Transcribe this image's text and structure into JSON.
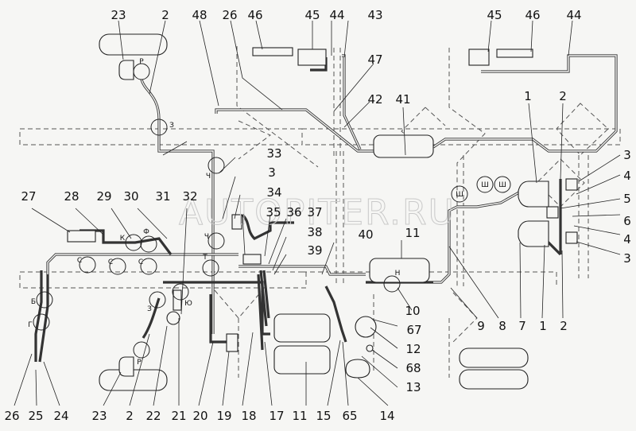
{
  "title": "Pneumatic brake system schematic",
  "watermark": "AUTOPITER.RU",
  "callouts_top": [
    "23",
    "2",
    "48",
    "26",
    "46",
    "45",
    "44",
    "43",
    "45",
    "46",
    "44"
  ],
  "callouts_left": [
    "27",
    "28",
    "29",
    "30",
    "31",
    "32",
    "33",
    "3",
    "34",
    "35",
    "36",
    "37",
    "38",
    "39",
    "40",
    "47",
    "42",
    "41",
    "11"
  ],
  "callouts_right": [
    "1",
    "2",
    "3",
    "4",
    "5",
    "6",
    "4",
    "3"
  ],
  "callouts_mid_right": [
    "9",
    "8",
    "7",
    "1",
    "2",
    "10",
    "67",
    "12",
    "68",
    "13"
  ],
  "callouts_bottom": [
    "26",
    "25",
    "24",
    "23",
    "2",
    "22",
    "21",
    "20",
    "19",
    "18",
    "17",
    "11",
    "15",
    "65",
    "14"
  ],
  "fitting_letters": {
    "p_top": "Р",
    "z_top": "З",
    "ch_upper": "Ч",
    "ch_lower": "Ч",
    "k": "К",
    "f": "Ф",
    "s1": "С",
    "s2": "С",
    "s3": "С",
    "t": "Т",
    "b": "Б",
    "g": "Г",
    "z_low": "З",
    "yu": "Ю",
    "p_low": "Р",
    "n": "Н",
    "sh1": "Ш",
    "sh2": "Ш",
    "sh3": "Ш"
  },
  "colors": {
    "background": "#f6f6f4",
    "line": "#222222",
    "watermark": "#c9c9c9"
  }
}
